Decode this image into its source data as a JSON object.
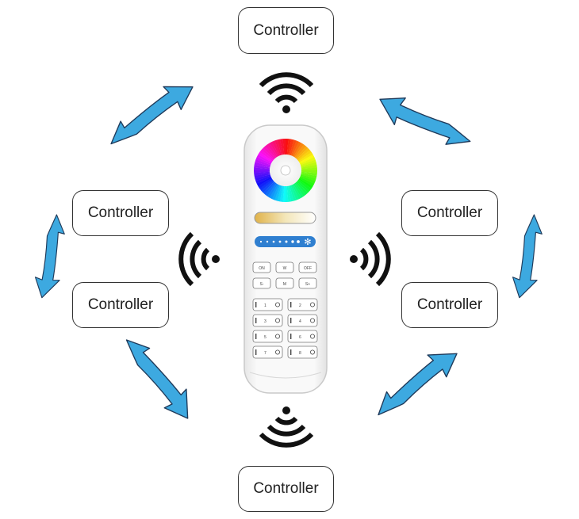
{
  "controllers": [
    {
      "id": "top",
      "label": "Controller"
    },
    {
      "id": "left-upper",
      "label": "Controller"
    },
    {
      "id": "left-lower",
      "label": "Controller"
    },
    {
      "id": "right-upper",
      "label": "Controller"
    },
    {
      "id": "right-lower",
      "label": "Controller"
    },
    {
      "id": "bottom",
      "label": "Controller"
    }
  ],
  "remote": {
    "row1": [
      "ON",
      "W",
      "OFF"
    ],
    "row2": [
      "S-",
      "M",
      "S+"
    ],
    "zones": [
      "1",
      "2",
      "3",
      "4",
      "5",
      "6",
      "7",
      "8"
    ]
  },
  "colors": {
    "arrow_fill": "#3da9e0",
    "arrow_stroke": "#1f3a5a",
    "signal": "#111111",
    "remote_body": "#f7f7f7"
  },
  "icons": [
    "wifi-signal-icon",
    "double-arrow-icon",
    "color-wheel-icon",
    "brightness-slider-icon"
  ]
}
